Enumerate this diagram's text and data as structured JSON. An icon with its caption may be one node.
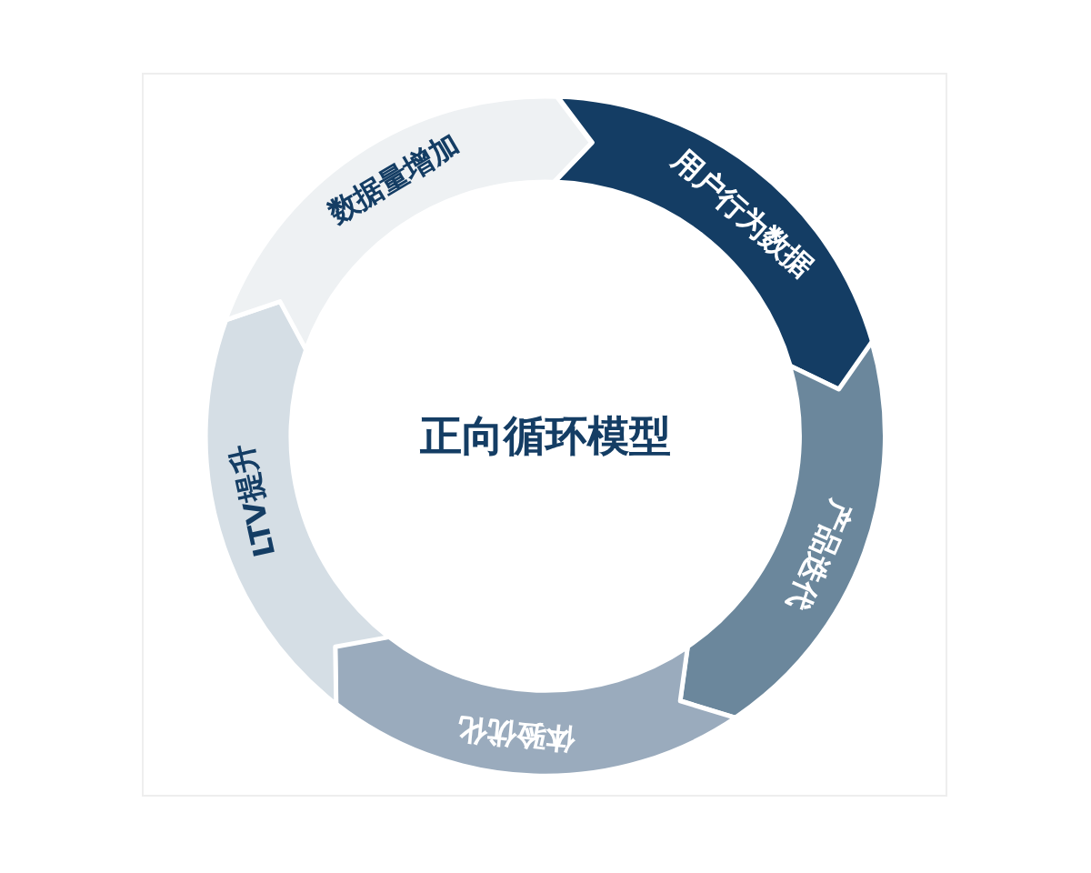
{
  "diagram": {
    "title": "正向循环模型",
    "nodes": [
      {
        "text": [
          "用户行为数据"
        ]
      },
      {
        "text": [
          "产品迭代"
        ]
      },
      {
        "text": [
          "体验优化"
        ]
      },
      {
        "text": [
          "LTV提升"
        ]
      },
      {
        "text": [
          "数据量增加"
        ]
      }
    ]
  }
}
